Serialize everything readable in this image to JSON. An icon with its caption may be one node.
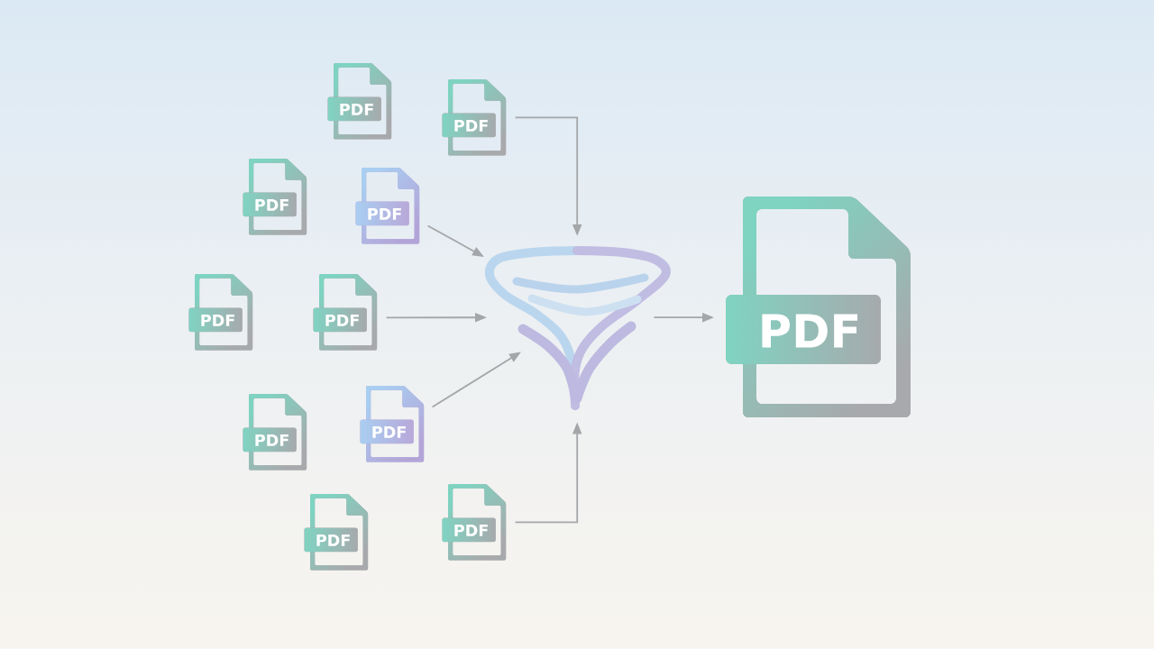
{
  "diagram": {
    "nodes": [
      {
        "text": [
          "PDF"
        ]
      },
      {
        "text": [
          "PDF"
        ]
      },
      {
        "text": [
          "PDF"
        ]
      },
      {
        "text": [
          "PDF"
        ]
      },
      {
        "text": [
          "PDF"
        ]
      },
      {
        "text": [
          "PDF"
        ]
      },
      {
        "text": [],
        "shape": "funnel"
      },
      {
        "text": [
          "PDF"
        ]
      },
      {
        "text": [
          "PDF"
        ]
      },
      {
        "text": [
          "PDF"
        ]
      },
      {
        "text": [
          "PDF"
        ]
      },
      {
        "text": [
          "PDF"
        ]
      }
    ],
    "edges": [
      {
        "from": 1,
        "to": 6,
        "arrow": "to"
      },
      {
        "from": 3,
        "to": 6,
        "arrow": "to"
      },
      {
        "from": 5,
        "to": 6,
        "arrow": "to"
      },
      {
        "from": 9,
        "to": 6,
        "arrow": "to"
      },
      {
        "from": 11,
        "to": 6,
        "arrow": "to"
      },
      {
        "from": 6,
        "to": 7,
        "arrow": "to"
      }
    ]
  }
}
